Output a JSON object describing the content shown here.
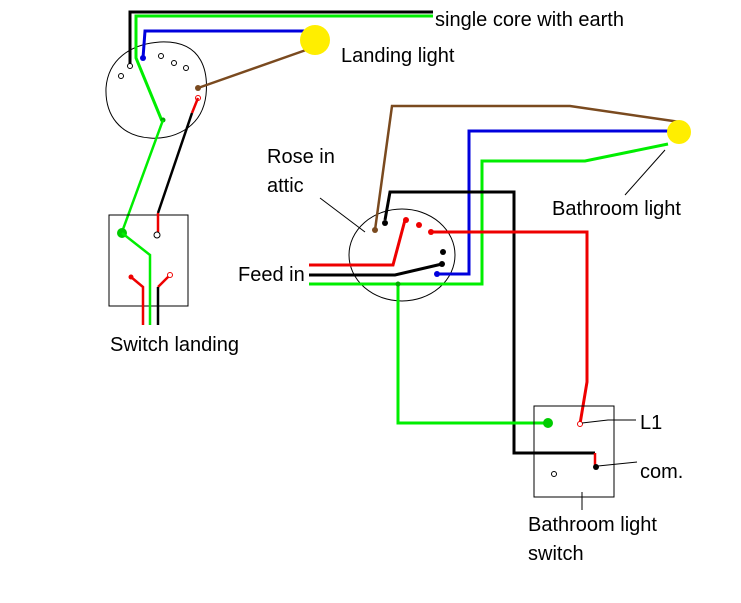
{
  "colors": {
    "earth": "#00ee00",
    "neutral": "#0000dd",
    "live_red": "#ee0000",
    "black": "#000000",
    "brown": "#7a4a1f",
    "bulb": "#ffee00"
  },
  "labels": {
    "cable": "single core with earth",
    "landing_light": "Landing light",
    "rose_line1": "Rose in",
    "rose_line2": "attic",
    "feed_in": "Feed in",
    "bathroom_light": "Bathroom light",
    "switch_landing": "Switch landing",
    "l1": "L1",
    "com": "com.",
    "bath_switch_line1": "Bathroom light",
    "bath_switch_line2": "switch"
  },
  "components": [
    {
      "id": "landing-rose",
      "type": "ceiling-rose"
    },
    {
      "id": "landing-light",
      "type": "bulb"
    },
    {
      "id": "landing-switch",
      "type": "two-way-switch"
    },
    {
      "id": "attic-rose",
      "type": "ceiling-rose"
    },
    {
      "id": "bathroom-light",
      "type": "bulb"
    },
    {
      "id": "bathroom-switch",
      "type": "switch"
    }
  ]
}
